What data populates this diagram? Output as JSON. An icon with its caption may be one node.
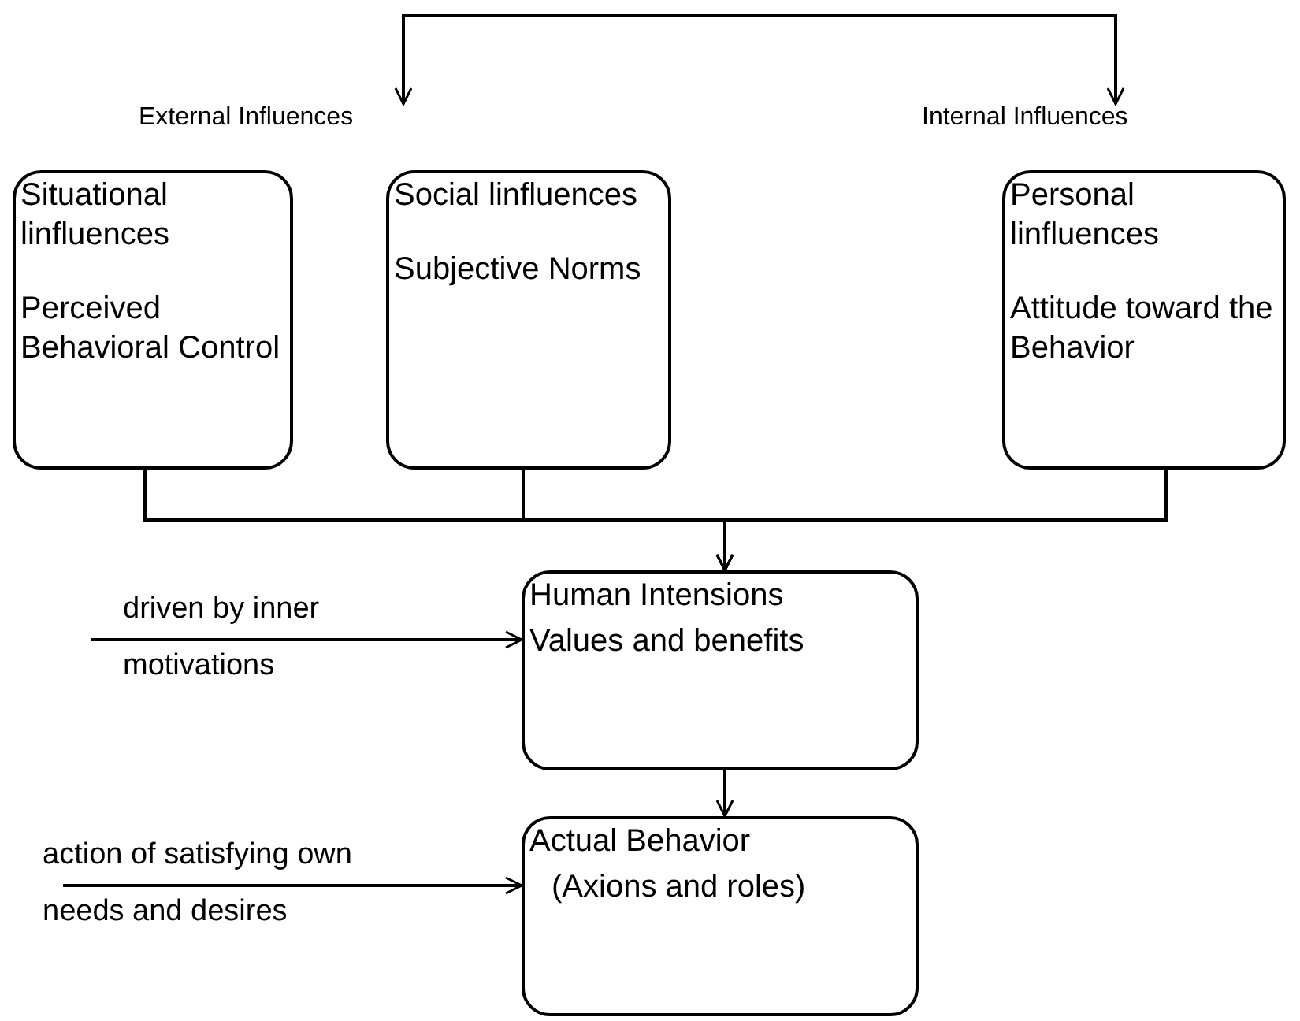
{
  "diagram": {
    "nodes": [
      {
        "text": [
          "External Influences"
        ]
      },
      {
        "text": [
          "Internal Influences"
        ]
      },
      {
        "text": [
          "Situational linfluences",
          "Perceived Behavioral Control"
        ]
      },
      {
        "text": [
          "Social linfluences",
          "Subjective Norms"
        ]
      },
      {
        "text": [
          "Personal linfluences",
          "Attitude toward the Behavior"
        ]
      },
      {
        "text": [
          "Human Intensions",
          "Values and benefits"
        ]
      },
      {
        "text": [
          "Actual Behavior",
          "(Axions and roles)"
        ]
      }
    ],
    "edges": [
      {
        "from": 0,
        "to": 1,
        "arrow": "both"
      },
      {
        "from": 2,
        "to": 5,
        "arrow": "to"
      },
      {
        "from": 3,
        "to": 5,
        "arrow": "to"
      },
      {
        "from": 4,
        "to": 5,
        "arrow": "to"
      },
      {
        "from": 5,
        "to": 6,
        "arrow": "to"
      },
      {
        "from": null,
        "to": 5,
        "arrow": "to",
        "label": "driven by inner motivations"
      },
      {
        "from": null,
        "to": 6,
        "arrow": "to",
        "label": "action of satisfying own needs and desires"
      }
    ]
  }
}
